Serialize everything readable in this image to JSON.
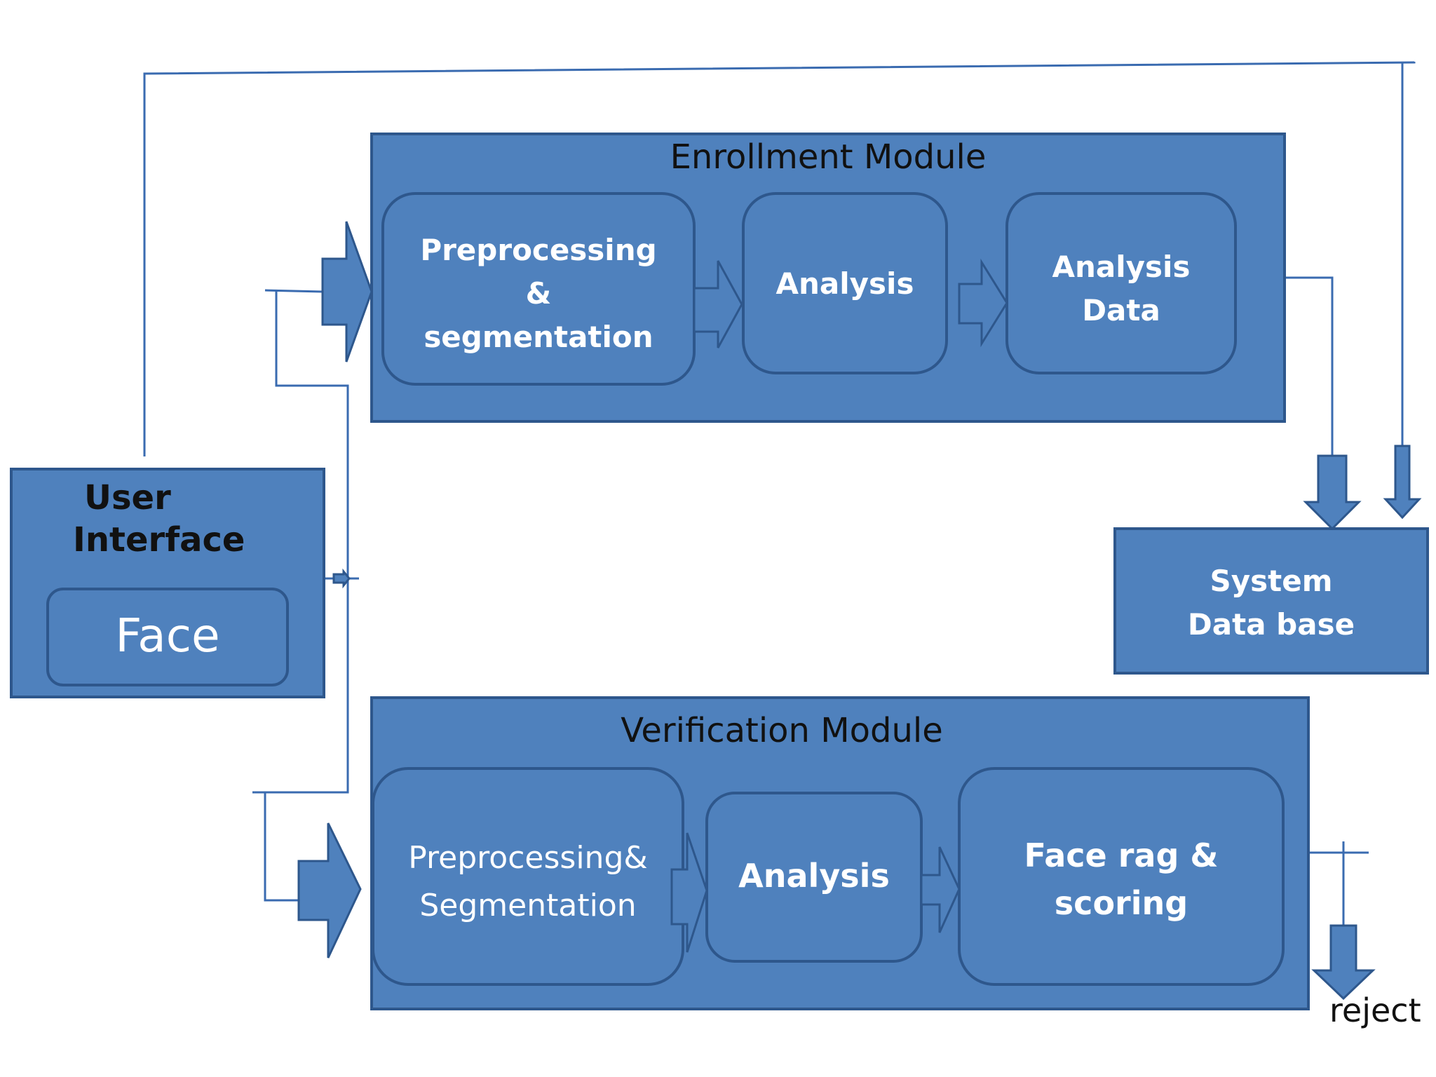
{
  "user_interface": {
    "title_line1": "User",
    "title_line2": "Interface",
    "face_label": "Face"
  },
  "enrollment": {
    "title": "Enrollment Module",
    "step1_line1": "Preprocessing",
    "step1_line2": "&",
    "step1_line3": "segmentation",
    "step2": "Analysis",
    "step3_line1": "Analysis",
    "step3_line2": "Data"
  },
  "database": {
    "line1": "System",
    "line2": "Data base"
  },
  "verification": {
    "title": "Verification Module",
    "step1_line1": "Preprocessing&",
    "step1_line2": "Segmentation",
    "step2": "Analysis",
    "step3_line1": "Face rag &",
    "step3_line2": "scoring"
  },
  "reject_label": "reject",
  "colors": {
    "box_fill": "#4f81bd",
    "box_stroke": "#2e578c",
    "line": "#3a6bb0",
    "text_light": "#ffffff",
    "text_dark": "#111111"
  }
}
